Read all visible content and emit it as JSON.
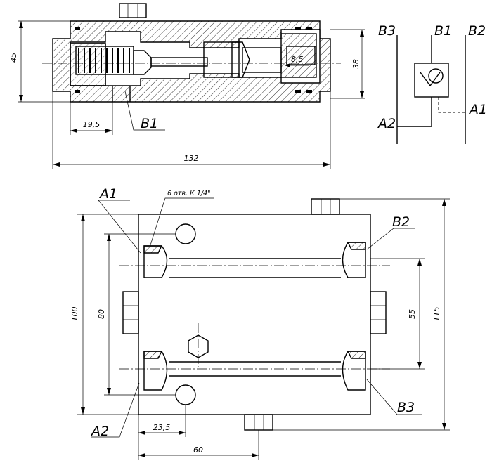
{
  "section_view": {
    "dim_height": "45",
    "dim_bore": "38",
    "dim_poppet": "8,5",
    "dim_offset": "19,5",
    "dim_length": "132",
    "port_label": "B1"
  },
  "schematic": {
    "ports": {
      "b3": "B3",
      "b1": "B1",
      "b2": "B2",
      "a2": "A2",
      "a1": "A1"
    }
  },
  "plan_view": {
    "thread_note": "6 отв. К 1/4\"",
    "dim_height_total": "100",
    "dim_height_inner": "80",
    "dim_ports_span": "55",
    "dim_height_outer": "115",
    "dim_hole_offset": "23,5",
    "dim_width": "60",
    "port_labels": {
      "a1": "A1",
      "b2": "B2",
      "a2": "A2",
      "b3": "B3"
    }
  }
}
